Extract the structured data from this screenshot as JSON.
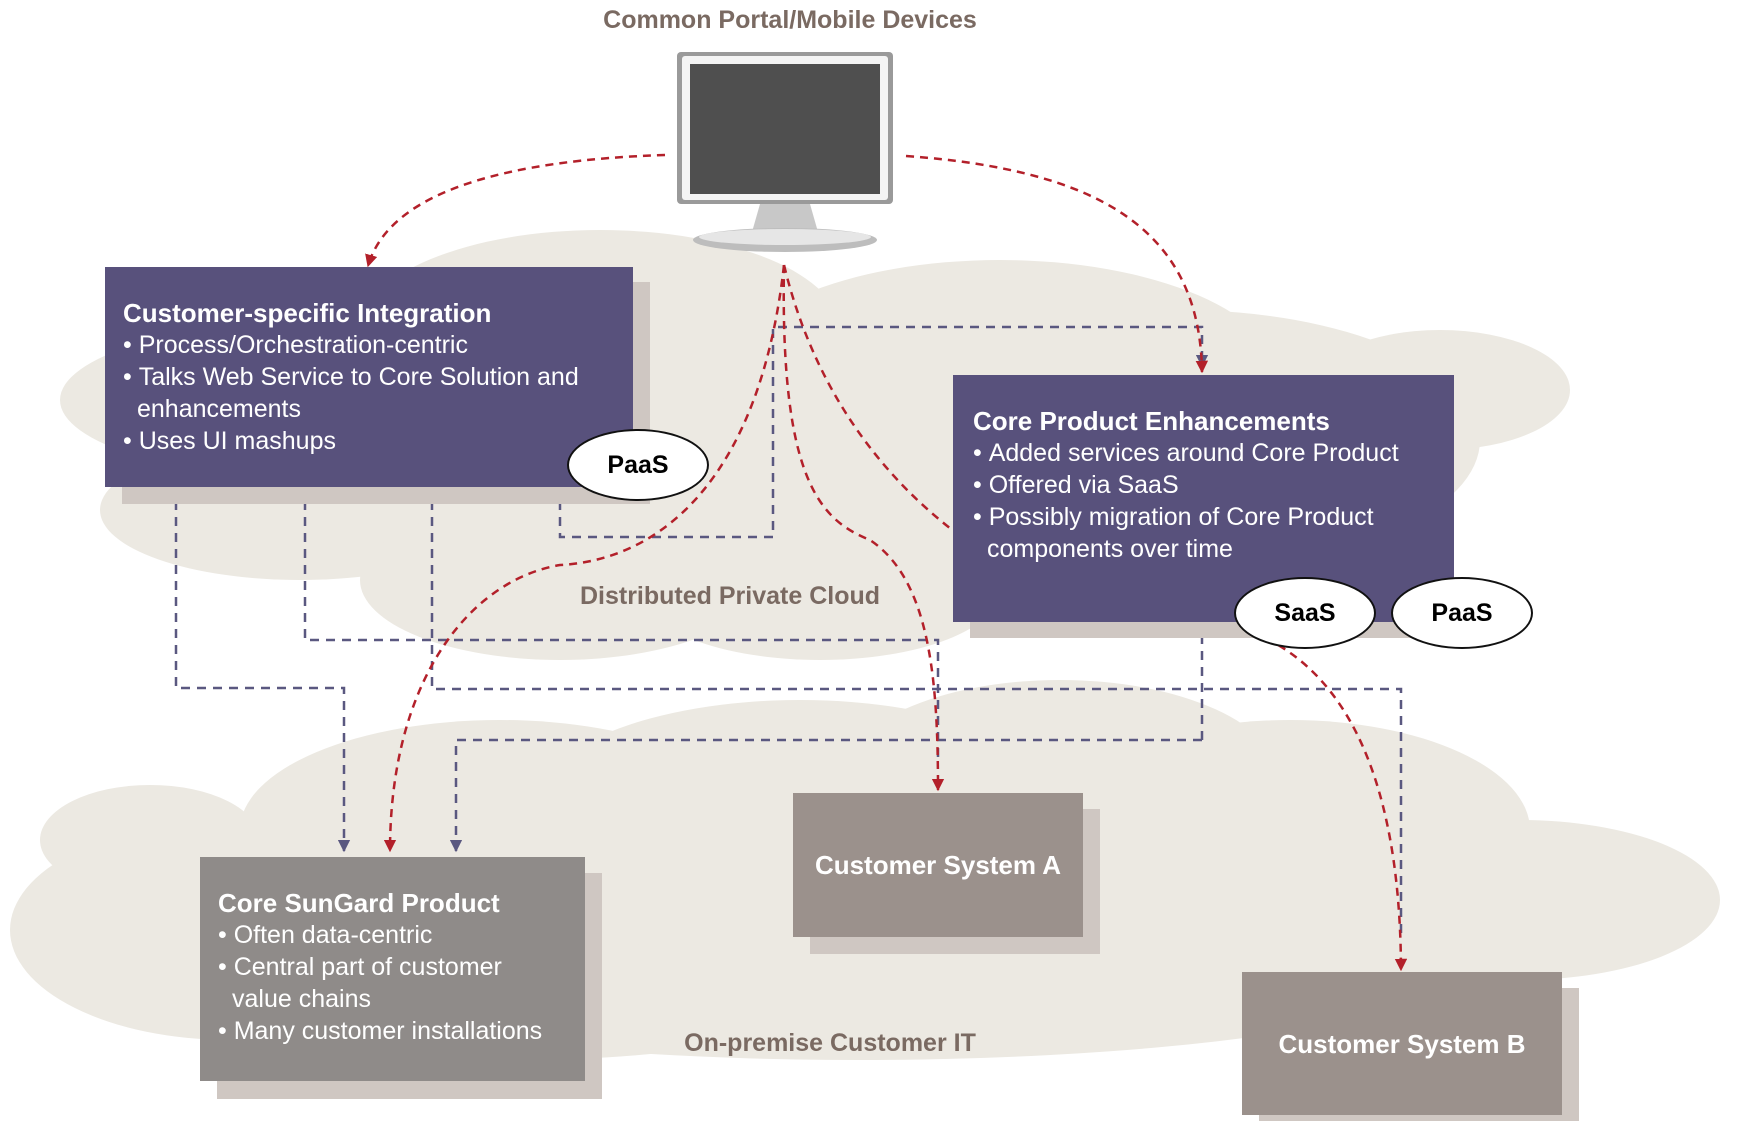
{
  "header": {
    "title": "Common Portal/Mobile Devices"
  },
  "zones": {
    "private_cloud": "Distributed Private Cloud",
    "on_premise": "On-premise Customer IT"
  },
  "icons": {
    "monitor": "monitor-icon"
  },
  "boxes": {
    "integration": {
      "title": "Customer-specific Integration",
      "bullets": [
        "Process/Orchestration-centric",
        "Talks Web Service to Core Solution and enhancements",
        "Uses UI mashups"
      ],
      "badges": [
        "PaaS"
      ]
    },
    "enhancements": {
      "title": "Core Product Enhancements",
      "bullets": [
        "Added services around Core Product",
        "Offered via SaaS",
        "Possibly migration of Core Product components over time"
      ],
      "badges": [
        "SaaS",
        "PaaS"
      ]
    },
    "core": {
      "title": "Core SunGard Product",
      "bullets": [
        "Often data-centric",
        "Central part of customer value chains",
        "Many customer installations"
      ]
    },
    "system_a": {
      "title": "Customer System A"
    },
    "system_b": {
      "title": "Customer System B"
    }
  },
  "colors": {
    "purple_box": "#58517c",
    "grey_box": "#8f8b89",
    "taupe_box": "#9b918c",
    "red_arrow": "#b3202a",
    "blue_dash": "#5a5880",
    "cloud": "#ece9e2"
  }
}
